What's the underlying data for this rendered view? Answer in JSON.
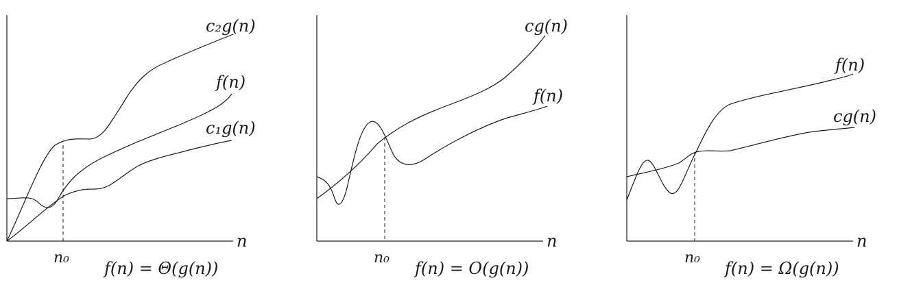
{
  "panels": [
    {
      "id": "theta",
      "caption": "f(n) = Θ(g(n))",
      "x_label": "n",
      "threshold_label": "n₀",
      "curves": [
        {
          "id": "c2g",
          "label": "c₂g(n)"
        },
        {
          "id": "f",
          "label": "f(n)"
        },
        {
          "id": "c1g",
          "label": "c₁g(n)"
        }
      ]
    },
    {
      "id": "bigo",
      "caption": "f(n) = O(g(n))",
      "x_label": "n",
      "threshold_label": "n₀",
      "curves": [
        {
          "id": "cg",
          "label": "cg(n)"
        },
        {
          "id": "f",
          "label": "f(n)"
        }
      ]
    },
    {
      "id": "omega",
      "caption": "f(n) = Ω(g(n))",
      "x_label": "n",
      "threshold_label": "n₀",
      "curves": [
        {
          "id": "f",
          "label": "f(n)"
        },
        {
          "id": "cg",
          "label": "cg(n)"
        }
      ]
    }
  ]
}
